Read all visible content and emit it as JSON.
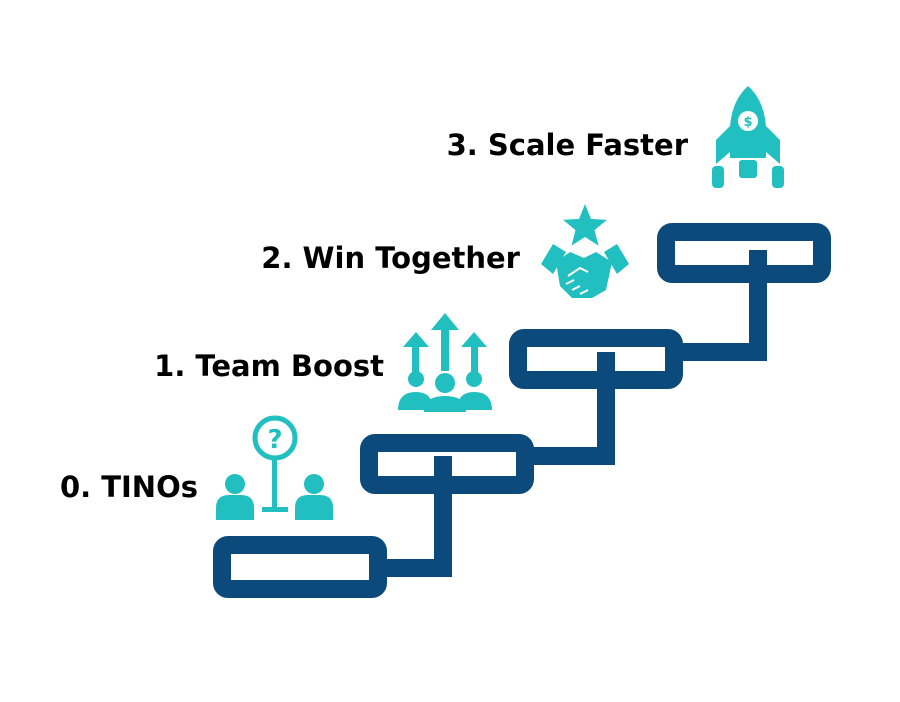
{
  "steps": [
    {
      "label": "0. TINOs",
      "icon": "question-people-icon"
    },
    {
      "label": "1. Team Boost",
      "icon": "team-growth-icon"
    },
    {
      "label": "2. Win Together",
      "icon": "handshake-star-icon"
    },
    {
      "label": "3. Scale Faster",
      "icon": "rocket-dollar-icon"
    }
  ],
  "colors": {
    "stair": "#0d4a7c",
    "icon": "#22bfc0",
    "text": "#000000",
    "background": "#ffffff"
  }
}
